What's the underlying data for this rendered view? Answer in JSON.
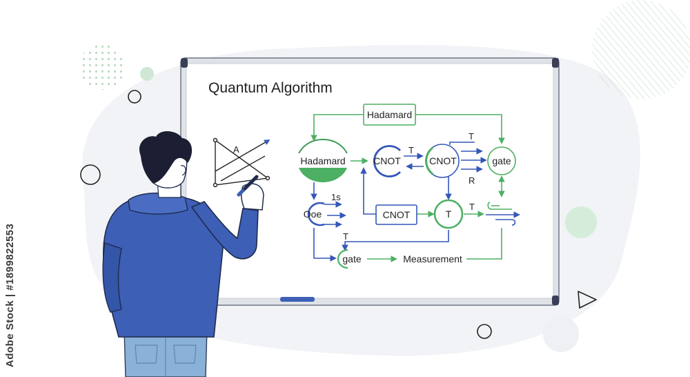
{
  "title": "Quantum Algorithm",
  "nodes": {
    "hadamard_top": "Hadamard",
    "hadamard_main": "Hadamard",
    "cnot_left": "CNOT",
    "cnot_right": "CNOT",
    "gate_right": "gate",
    "ooe": "Ooe",
    "cnot_box": "CNOT",
    "t_circle": "T",
    "gate_bottom": "gate",
    "measurement": "Measurement"
  },
  "labels": {
    "t_between_cnots": "T",
    "t_above_cnot": "T",
    "r_below_cnot": "R",
    "is_label": "1s",
    "t_right_of_t": "T",
    "t_above_gate": "T",
    "a_sketch": "A"
  },
  "watermark": "Adobe Stock | #1899822553",
  "colors": {
    "green": "#4caf63",
    "blue": "#3457b8",
    "hoodie": "#3d5fb5",
    "hair": "#1c1f33",
    "board_frame": "#9aa1ad"
  }
}
